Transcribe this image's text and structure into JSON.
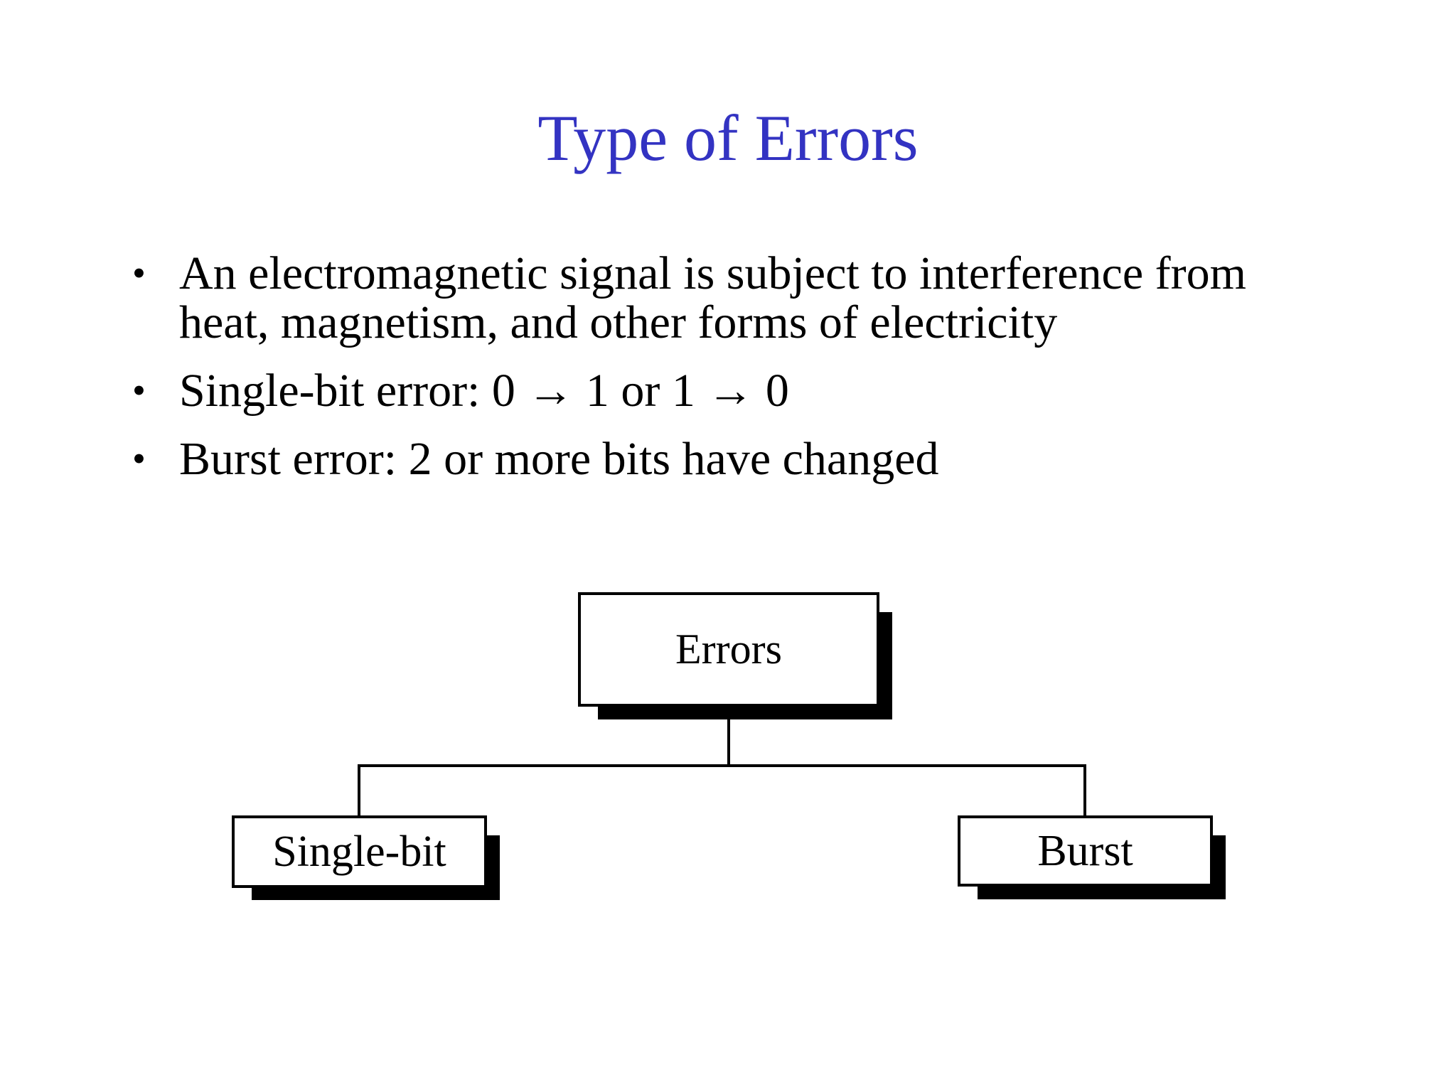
{
  "slide": {
    "title": "Type of Errors",
    "bullet_char": "•",
    "bullets": [
      "An electromagnetic signal is subject to interference from\nheat, magnetism, and other forms of electricity",
      "Single-bit error: 0 → 1 or 1 → 0",
      "Burst error: 2 or more bits have changed"
    ],
    "diagram": {
      "root_label": "Errors",
      "child_labels": [
        "Single-bit",
        "Burst"
      ]
    },
    "colors": {
      "title": "#3333c2",
      "text": "#000000",
      "background": "#ffffff",
      "box_border": "#000000",
      "box_shadow": "#000000"
    }
  }
}
